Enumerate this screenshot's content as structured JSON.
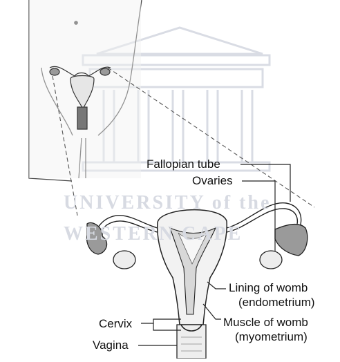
{
  "watermark": {
    "line1": "UNIVERSITY of the",
    "line2": "WESTERN CAPE"
  },
  "labels": {
    "fallopian_tube": "Fallopian tube",
    "ovaries": "Ovaries",
    "lining_line1": "Lining of womb",
    "lining_line2": "(endometrium)",
    "muscle_line1": "Muscle of womb",
    "muscle_line2": "(myometrium)",
    "cervix": "Cervix",
    "vagina": "Vagina"
  },
  "colors": {
    "outline": "#222222",
    "ovary_fill": "#9a9a9a",
    "organ_fill": "#f2f2f2",
    "watermark": "#d7dae2"
  }
}
